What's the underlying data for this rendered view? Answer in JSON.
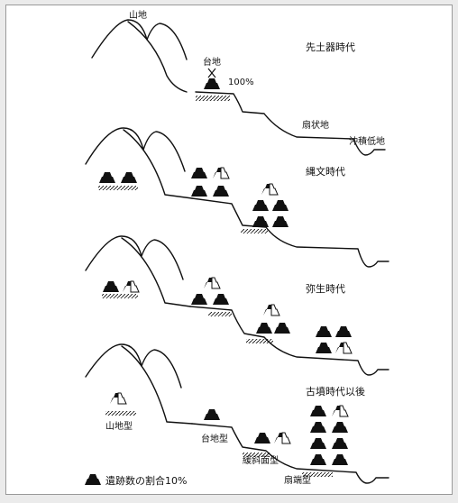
{
  "labels": {
    "mountain": "山地",
    "plateau": "台地",
    "percent": "100%",
    "fan": "扇状地",
    "lowland": "沖積低地"
  },
  "periods": [
    "先土器時代",
    "縄文時代",
    "弥生時代",
    "古墳時代以後"
  ],
  "types": {
    "mountain": "山地型",
    "plateau": "台地型",
    "slope": "緩斜面型",
    "fan": "扇端型"
  },
  "legend": {
    "text": "遺跡数の割合10%"
  },
  "colors": {
    "line": "#111111",
    "frame": "#9a9a9a",
    "background": "#ebebeb"
  }
}
